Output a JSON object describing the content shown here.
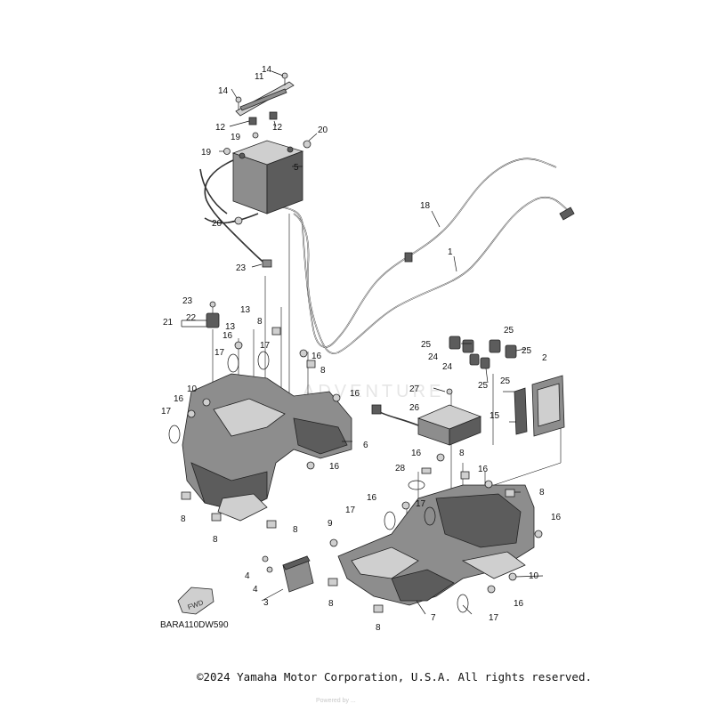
{
  "diagram": {
    "drawing_code": "BARA110DW590",
    "copyright": "©2024 Yamaha Motor Corporation, U.S.A. All rights reserved.",
    "watermark": "ADVENTURE",
    "watermark_small": "Powered by ...",
    "fwd_label": "FWD"
  },
  "callouts": [
    {
      "id": "c14a",
      "label": "14"
    },
    {
      "id": "c11",
      "label": "11"
    },
    {
      "id": "c14b",
      "label": "14"
    },
    {
      "id": "c12a",
      "label": "12"
    },
    {
      "id": "c12b",
      "label": "12"
    },
    {
      "id": "c19a",
      "label": "19"
    },
    {
      "id": "c20a",
      "label": "20"
    },
    {
      "id": "c19b",
      "label": "19"
    },
    {
      "id": "c5",
      "label": "5"
    },
    {
      "id": "c20b",
      "label": "20"
    },
    {
      "id": "c18",
      "label": "18"
    },
    {
      "id": "c1",
      "label": "1"
    },
    {
      "id": "c23a",
      "label": "23"
    },
    {
      "id": "c23b",
      "label": "23"
    },
    {
      "id": "c13a",
      "label": "13"
    },
    {
      "id": "c22",
      "label": "22"
    },
    {
      "id": "c21",
      "label": "21"
    },
    {
      "id": "c8a",
      "label": "8"
    },
    {
      "id": "c13b",
      "label": "13"
    },
    {
      "id": "c16a",
      "label": "16"
    },
    {
      "id": "c17a",
      "label": "17"
    },
    {
      "id": "c17b",
      "label": "17"
    },
    {
      "id": "c16b",
      "label": "16"
    },
    {
      "id": "c8b",
      "label": "8"
    },
    {
      "id": "c16c",
      "label": "16"
    },
    {
      "id": "c10a",
      "label": "10"
    },
    {
      "id": "c16d",
      "label": "16"
    },
    {
      "id": "c17c",
      "label": "17"
    },
    {
      "id": "c6",
      "label": "6"
    },
    {
      "id": "c16e",
      "label": "16"
    },
    {
      "id": "c8c",
      "label": "8"
    },
    {
      "id": "c8d",
      "label": "8"
    },
    {
      "id": "c8e",
      "label": "8"
    },
    {
      "id": "c25a",
      "label": "25"
    },
    {
      "id": "c25b",
      "label": "25"
    },
    {
      "id": "c24a",
      "label": "24"
    },
    {
      "id": "c25c",
      "label": "25"
    },
    {
      "id": "c24b",
      "label": "24"
    },
    {
      "id": "c25d",
      "label": "25"
    },
    {
      "id": "c25e",
      "label": "25"
    },
    {
      "id": "c2",
      "label": "2"
    },
    {
      "id": "c27",
      "label": "27"
    },
    {
      "id": "c26",
      "label": "26"
    },
    {
      "id": "c15",
      "label": "15"
    },
    {
      "id": "c16f",
      "label": "16"
    },
    {
      "id": "c8f",
      "label": "8"
    },
    {
      "id": "c28",
      "label": "28"
    },
    {
      "id": "c16g",
      "label": "16"
    },
    {
      "id": "c8g",
      "label": "8"
    },
    {
      "id": "c16h",
      "label": "16"
    },
    {
      "id": "c17d",
      "label": "17"
    },
    {
      "id": "c17e",
      "label": "17"
    },
    {
      "id": "c9",
      "label": "9"
    },
    {
      "id": "c16i",
      "label": "16"
    },
    {
      "id": "c4a",
      "label": "4"
    },
    {
      "id": "c4b",
      "label": "4"
    },
    {
      "id": "c3",
      "label": "3"
    },
    {
      "id": "c10b",
      "label": "10"
    },
    {
      "id": "c16j",
      "label": "16"
    },
    {
      "id": "c8h",
      "label": "8"
    },
    {
      "id": "c7",
      "label": "7"
    },
    {
      "id": "c17f",
      "label": "17"
    },
    {
      "id": "c8i",
      "label": "8"
    }
  ]
}
